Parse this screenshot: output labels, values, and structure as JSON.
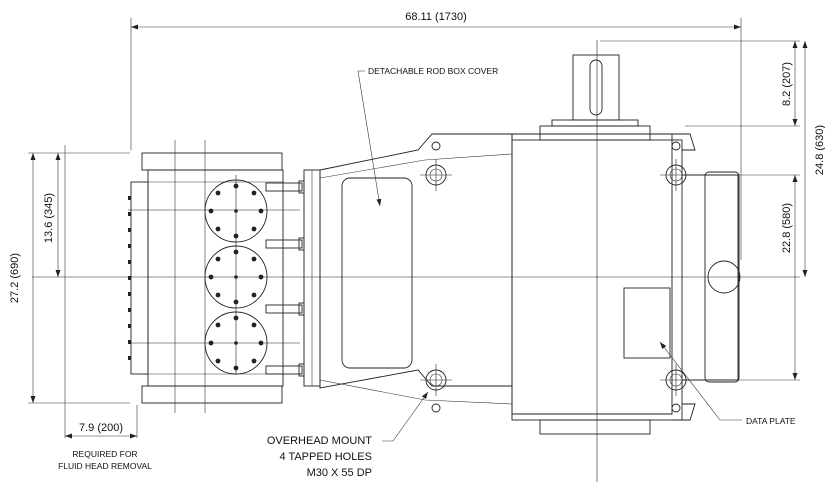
{
  "dimensions": {
    "overall_length": "68.11 (1730)",
    "shaft_extension": "8.2 (207)",
    "mount_to_top": "24.8 (630)",
    "mount_spacing": "22.8 (580)",
    "half_width": "13.6 (345)",
    "overall_width": "27.2 (690)",
    "fluid_head_clearance": "7.9 (200)"
  },
  "callouts": {
    "rod_box_cover": "DETACHABLE ROD BOX COVER",
    "fluid_head_line1": "REQUIRED FOR",
    "fluid_head_line2": "FLUID HEAD REMOVAL",
    "mount_line1": "OVERHEAD MOUNT",
    "mount_line2": "4 TAPPED HOLES",
    "mount_line3": "M30 X 55 DP",
    "data_plate": "DATA PLATE"
  }
}
